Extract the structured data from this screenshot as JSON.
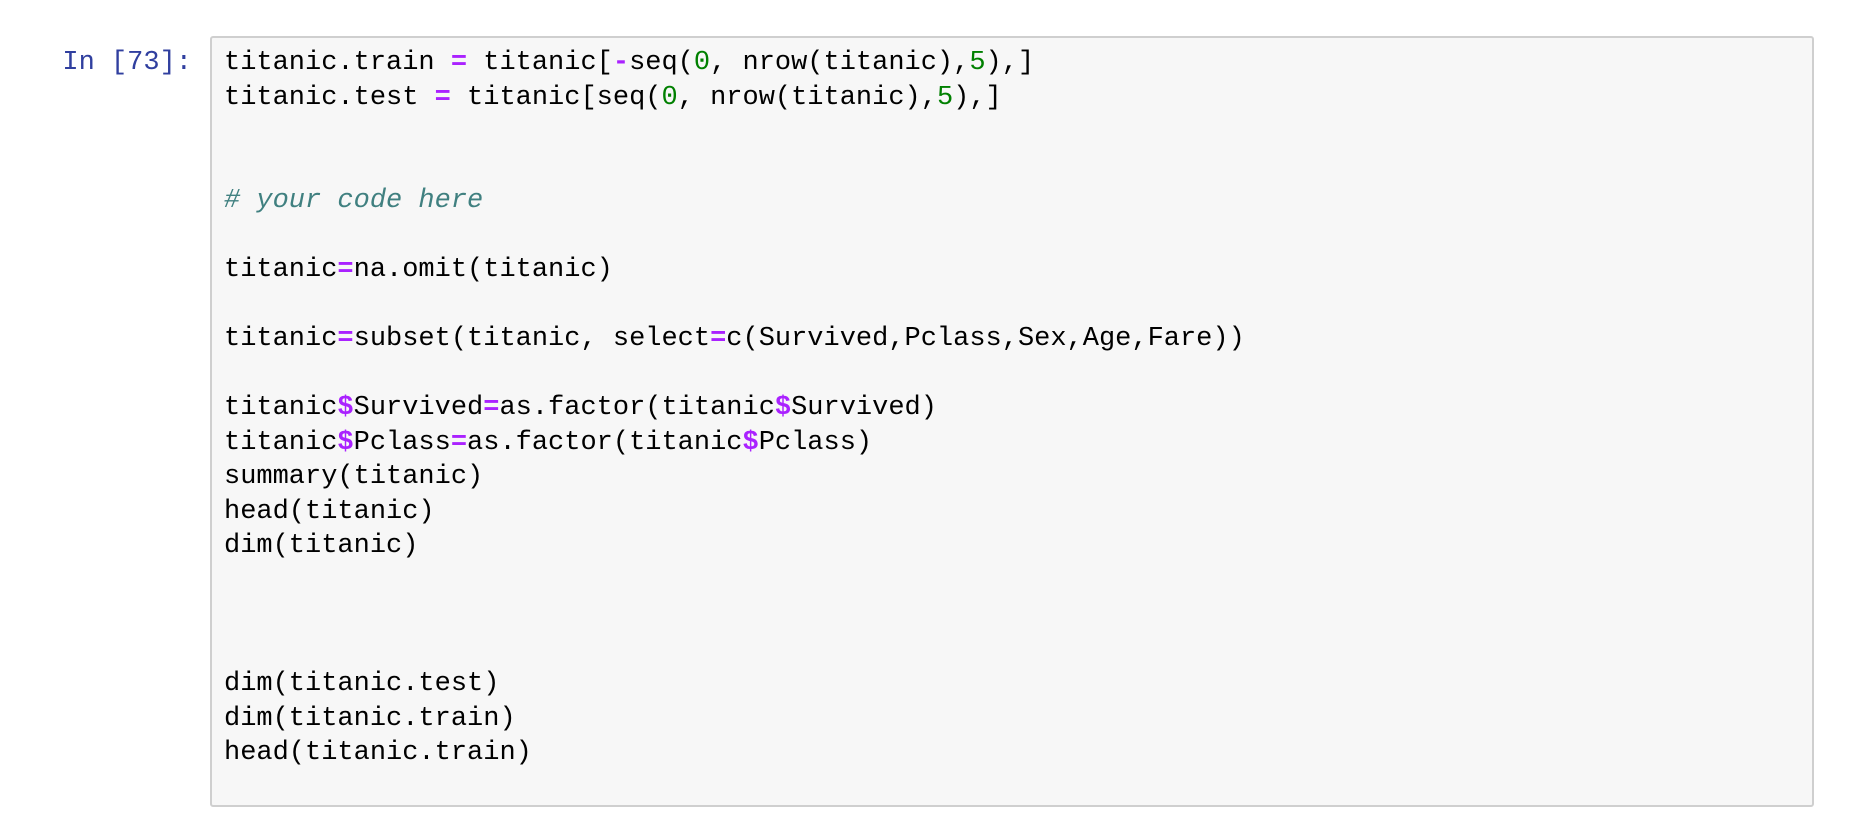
{
  "notebook": {
    "cell": {
      "prompt": "In [73]:",
      "language": "R",
      "lines": [
        [
          [
            "t",
            "titanic.train "
          ],
          [
            "o",
            "="
          ],
          [
            "t",
            " titanic["
          ],
          [
            "o",
            "-"
          ],
          [
            "t",
            "seq("
          ],
          [
            "n",
            "0"
          ],
          [
            "t",
            ", nrow(titanic),"
          ],
          [
            "n",
            "5"
          ],
          [
            "t",
            "),]"
          ]
        ],
        [
          [
            "t",
            "titanic.test "
          ],
          [
            "o",
            "="
          ],
          [
            "t",
            " titanic[seq("
          ],
          [
            "n",
            "0"
          ],
          [
            "t",
            ", nrow(titanic),"
          ],
          [
            "n",
            "5"
          ],
          [
            "t",
            "),]"
          ]
        ],
        [],
        [],
        [
          [
            "c",
            "# your code here"
          ]
        ],
        [],
        [
          [
            "t",
            "titanic"
          ],
          [
            "o",
            "="
          ],
          [
            "t",
            "na.omit(titanic)"
          ]
        ],
        [],
        [
          [
            "t",
            "titanic"
          ],
          [
            "o",
            "="
          ],
          [
            "t",
            "subset(titanic, select"
          ],
          [
            "o",
            "="
          ],
          [
            "t",
            "c(Survived,Pclass,Sex,Age,Fare))"
          ]
        ],
        [],
        [
          [
            "t",
            "titanic"
          ],
          [
            "o",
            "$"
          ],
          [
            "t",
            "Survived"
          ],
          [
            "o",
            "="
          ],
          [
            "t",
            "as.factor(titanic"
          ],
          [
            "o",
            "$"
          ],
          [
            "t",
            "Survived)"
          ]
        ],
        [
          [
            "t",
            "titanic"
          ],
          [
            "o",
            "$"
          ],
          [
            "t",
            "Pclass"
          ],
          [
            "o",
            "="
          ],
          [
            "t",
            "as.factor(titanic"
          ],
          [
            "o",
            "$"
          ],
          [
            "t",
            "Pclass)"
          ]
        ],
        [
          [
            "t",
            "summary(titanic)"
          ]
        ],
        [
          [
            "t",
            "head(titanic)"
          ]
        ],
        [
          [
            "t",
            "dim(titanic)"
          ]
        ],
        [],
        [],
        [],
        [
          [
            "t",
            "dim(titanic.test)"
          ]
        ],
        [
          [
            "t",
            "dim(titanic.train)"
          ]
        ],
        [
          [
            "t",
            "head(titanic.train)"
          ]
        ],
        []
      ]
    }
  },
  "colors": {
    "page_bg": "#ffffff",
    "cell_bg": "#f7f7f7",
    "cell_border": "#cfcfcf",
    "prompt": "#303F9F",
    "code": "#000000",
    "operator": "#AA22FF",
    "number": "#008000",
    "comment": "#408080"
  }
}
